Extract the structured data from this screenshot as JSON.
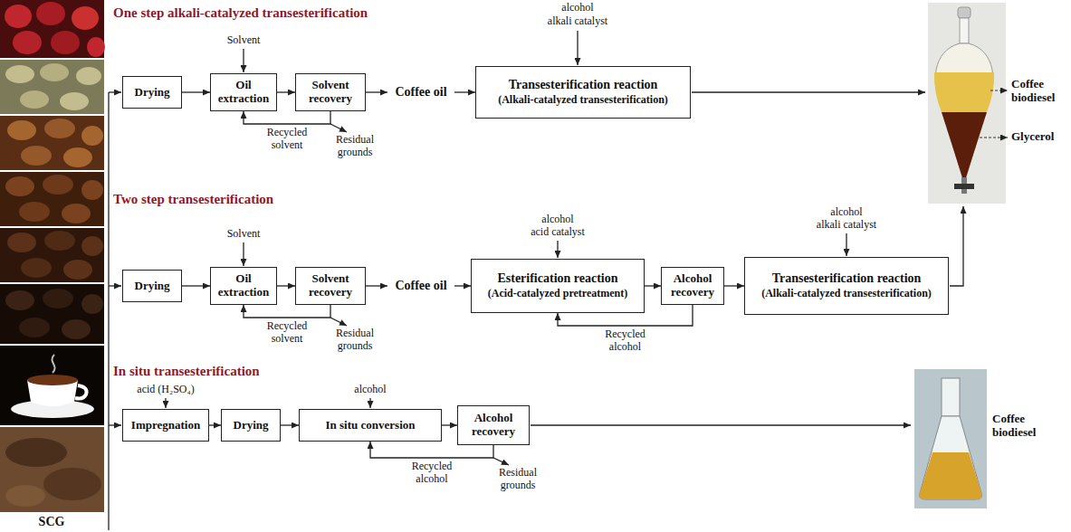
{
  "diagram": {
    "nodes": [
      {
        "text": [
          "Drying"
        ]
      },
      {
        "text": [
          "Oil extraction"
        ]
      },
      {
        "text": [
          "Solvent recovery"
        ]
      },
      {
        "text": [
          "Coffee oil"
        ]
      },
      {
        "text": [
          "Transesterification reaction",
          "(Alkali-catalyzed transesterification)"
        ]
      },
      {
        "text": [
          "Drying"
        ]
      },
      {
        "text": [
          "Oil extraction"
        ]
      },
      {
        "text": [
          "Solvent recovery"
        ]
      },
      {
        "text": [
          "Coffee oil"
        ]
      },
      {
        "text": [
          "Esterification reaction",
          "(Acid-catalyzed pretreatment)"
        ]
      },
      {
        "text": [
          "Alcohol recovery"
        ]
      },
      {
        "text": [
          "Transesterification reaction",
          "(Alkali-catalyzed transesterification)"
        ]
      },
      {
        "text": [
          "Impregnation"
        ]
      },
      {
        "text": [
          "Drying"
        ]
      },
      {
        "text": [
          "In situ conversion"
        ]
      },
      {
        "text": [
          "Alcohol recovery"
        ]
      }
    ],
    "edges": [
      {
        "from": 0,
        "to": 1,
        "arrow": "to"
      },
      {
        "from": 1,
        "to": 2,
        "arrow": "to"
      },
      {
        "from": 2,
        "to": 1,
        "label": "Recycled solvent",
        "arrow": "to"
      },
      {
        "from": 2,
        "to": 3,
        "arrow": "to"
      },
      {
        "from": 3,
        "to": 4,
        "arrow": "to"
      },
      {
        "from": 5,
        "to": 6,
        "arrow": "to"
      },
      {
        "from": 6,
        "to": 7,
        "arrow": "to"
      },
      {
        "from": 7,
        "to": 6,
        "label": "Recycled solvent",
        "arrow": "to"
      },
      {
        "from": 7,
        "to": 8,
        "arrow": "to"
      },
      {
        "from": 8,
        "to": 9,
        "arrow": "to"
      },
      {
        "from": 9,
        "to": 10,
        "arrow": "to"
      },
      {
        "from": 10,
        "to": 9,
        "label": "Recycled alcohol",
        "arrow": "to"
      },
      {
        "from": 10,
        "to": 11,
        "arrow": "to"
      },
      {
        "from": 12,
        "to": 13,
        "arrow": "to"
      },
      {
        "from": 13,
        "to": 14,
        "arrow": "to"
      },
      {
        "from": 14,
        "to": 15,
        "arrow": "to"
      },
      {
        "from": 15,
        "to": 14,
        "label": "Recycled alcohol",
        "arrow": "to"
      }
    ],
    "labels": [
      "One step alkali-catalyzed transesterification",
      "Solvent",
      "Residual grounds",
      "alcohol",
      "alkali catalyst",
      "Coffee biodiesel",
      "Glycerol",
      "Two step transesterification",
      "Solvent",
      "Residual grounds",
      "alcohol",
      "acid catalyst",
      "alcohol",
      "alkali catalyst",
      "In situ transesterification",
      "acid (H₂SO₄)",
      "alcohol",
      "Residual grounds",
      "Coffee biodiesel",
      "SCG"
    ]
  }
}
